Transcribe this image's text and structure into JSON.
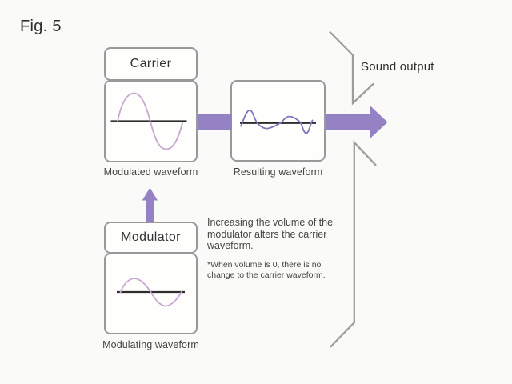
{
  "figure": {
    "label": "Fig. 5"
  },
  "carrier": {
    "title": "Carrier",
    "caption": "Modulated waveform"
  },
  "resulting": {
    "caption": "Resulting waveform"
  },
  "modulator": {
    "title": "Modulator",
    "caption": "Modulating waveform"
  },
  "output": {
    "label": "Sound output"
  },
  "annotation": {
    "main": "Increasing the volume of the modulator alters the carrier waveform.",
    "note": "*When volume is 0, there is no change to the carrier waveform."
  },
  "colors": {
    "background": "#fafaf8",
    "box_fill": "#fefefd",
    "box_border": "#98999b",
    "bracket": "#9d9d9d",
    "arrow": "#9582c4",
    "wave_input": "#c9a6d1",
    "wave_result": "#8673ba",
    "baseline": "#2d2d2d",
    "text_primary": "#2e2e2e",
    "text_secondary": "#454545",
    "title_text": "#333333"
  }
}
